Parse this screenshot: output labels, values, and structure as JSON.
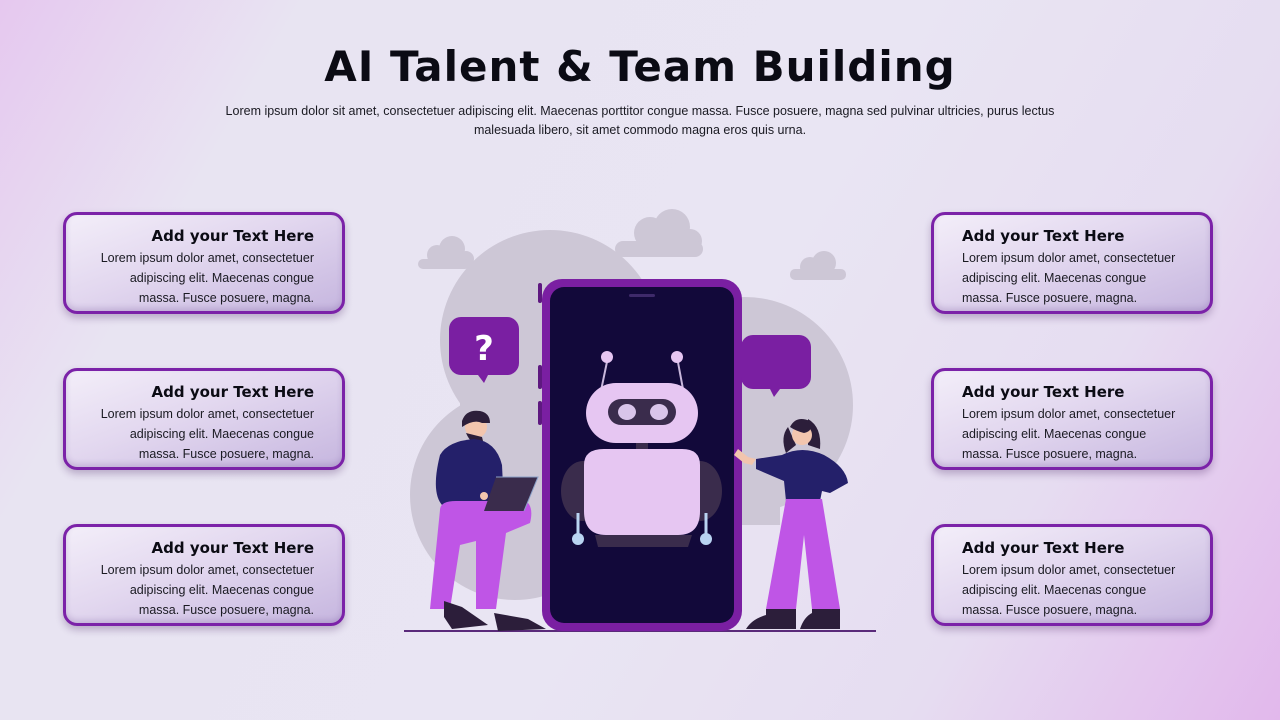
{
  "slide": {
    "title": "AI Talent & Team Building",
    "subtitle": "Lorem ipsum dolor sit amet, consectetuer adipiscing elit. Maecenas porttitor congue massa. Fusce posuere, magna sed pulvinar ultricies, purus lectus malesuada libero, sit amet commodo magna eros quis urna."
  },
  "cards": {
    "left": [
      {
        "title": "Add your Text Here",
        "text": "Lorem ipsum dolor amet, consectetuer adipiscing elit. Maecenas congue massa. Fusce posuere, magna."
      },
      {
        "title": "Add your Text Here",
        "text": "Lorem ipsum dolor amet, consectetuer adipiscing elit. Maecenas congue massa. Fusce posuere, magna."
      },
      {
        "title": "Add your Text Here",
        "text": "Lorem ipsum dolor amet, consectetuer adipiscing elit. Maecenas congue massa. Fusce posuere, magna."
      }
    ],
    "right": [
      {
        "title": "Add your Text Here",
        "text": "Lorem ipsum dolor amet, consectetuer adipiscing elit. Maecenas congue massa. Fusce posuere, magna."
      },
      {
        "title": "Add your Text Here",
        "text": "Lorem ipsum dolor amet, consectetuer adipiscing elit. Maecenas congue massa. Fusce posuere, magna."
      },
      {
        "title": "Add your Text Here",
        "text": "Lorem ipsum dolor amet, consectetuer adipiscing elit. Maecenas congue massa. Fusce posuere, magna."
      }
    ]
  },
  "illustration": {
    "question_glyph": "?",
    "icons": [
      "phone-icon",
      "robot-icon",
      "question-bubble-icon",
      "chat-bubble-icon",
      "man-with-laptop-icon",
      "woman-presenting-icon",
      "cloud-icon"
    ]
  },
  "colors": {
    "title": "#0b0b14",
    "card_border": "#7b22a8",
    "phone_frame": "#7a1fa2",
    "phone_screen": "#12093a",
    "robot_body": "#e6c6f2",
    "robot_dark": "#3a2c4c",
    "accent_purple": "#bf55e6",
    "navy": "#24206a"
  }
}
